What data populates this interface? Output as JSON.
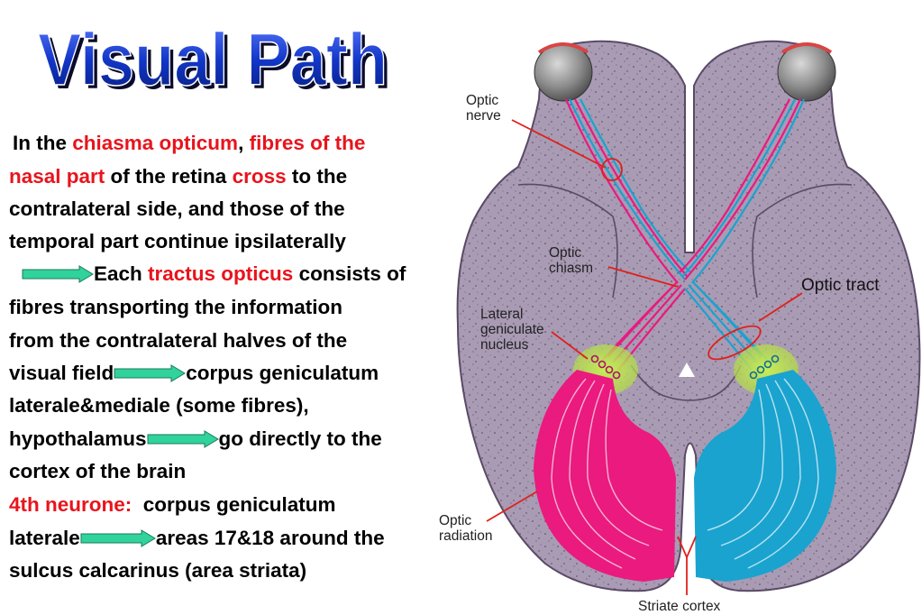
{
  "title": "Visual Path",
  "colors": {
    "title_fill": "#0a2a9c",
    "red_text": "#e8141c",
    "arrow_fill": "#2fd39b",
    "brain_fill": "#a99bb4",
    "magenta_fibres": "#ea1a7f",
    "cyan_fibres": "#1aa3cf",
    "nucleus_green": "#bfe64a",
    "pointer_red": "#e0201a"
  },
  "text": {
    "l1_a": "In the ",
    "l1_b": "chiasma opticum",
    "l1_c": ", ",
    "l1_d": "fibres of the",
    "l2_a": "nasal part",
    "l2_b": " of the retina ",
    "l2_c": "cross",
    "l2_d": " to the",
    "l3": "contralateral side, and those of the",
    "l4": "temporal part continue ipsilaterally",
    "l5_a": "Each ",
    "l5_b": "tractus opticus",
    "l5_c": " consists of",
    "l6": "fibres transporting the information",
    "l7": "from the contralateral halves of the",
    "l8_a": "visual field",
    "l8_b": "corpus geniculatum",
    "l9": "laterale&mediale (some fibres),",
    "l10_a": "hypothalamus",
    "l10_b": "go directly to the",
    "l11": "cortex of the brain",
    "l12_a": "4th neurone:",
    "l12_b": "  corpus geniculatum",
    "l13_a": "laterale",
    "l13_b": "areas 17&18 around the",
    "l14": "sulcus calcarinus (area striata)"
  },
  "labels": {
    "optic_nerve_1": "Optic",
    "optic_nerve_2": "nerve",
    "optic_chiasm_1": "Optic",
    "optic_chiasm_2": "chiasm",
    "lgn_1": "Lateral",
    "lgn_2": "geniculate",
    "lgn_3": "nucleus",
    "optic_tract": "Optic tract",
    "optic_radiation_1": "Optic",
    "optic_radiation_2": "radiation",
    "striate_cortex": "Striate cortex"
  }
}
